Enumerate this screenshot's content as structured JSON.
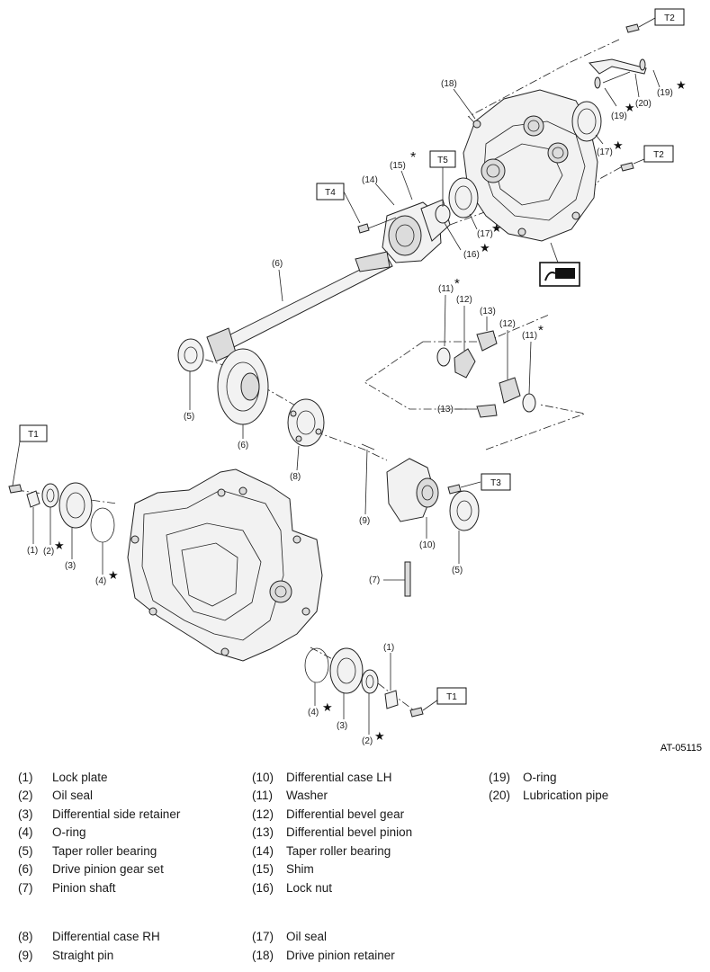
{
  "figure_code": "AT-05115",
  "callouts": [
    "(1)",
    "(2)",
    "(3)",
    "(4)",
    "(5)",
    "(6)",
    "(7)",
    "(8)",
    "(9)",
    "(10)",
    "(11)",
    "(12)",
    "(13)",
    "(14)",
    "(15)",
    "(16)",
    "(17)",
    "(18)",
    "(19)",
    "(20)"
  ],
  "torque_tags": {
    "t1": "T1",
    "t2": "T2",
    "t3": "T3",
    "t4": "T4",
    "t5": "T5"
  },
  "legend": [
    {
      "num": "(1)",
      "name": "Lock plate"
    },
    {
      "num": "(2)",
      "name": "Oil seal"
    },
    {
      "num": "(3)",
      "name": "Differential side retainer"
    },
    {
      "num": "(4)",
      "name": "O-ring"
    },
    {
      "num": "(5)",
      "name": "Taper roller bearing"
    },
    {
      "num": "(6)",
      "name": "Drive pinion gear set"
    },
    {
      "num": "(7)",
      "name": "Pinion shaft"
    },
    {
      "num": "(8)",
      "name": "Differential case RH"
    },
    {
      "num": "(9)",
      "name": "Straight pin"
    },
    {
      "num": "(10)",
      "name": "Differential case LH"
    },
    {
      "num": "(11)",
      "name": "Washer"
    },
    {
      "num": "(12)",
      "name": "Differential bevel gear"
    },
    {
      "num": "(13)",
      "name": "Differential bevel pinion"
    },
    {
      "num": "(14)",
      "name": "Taper roller bearing"
    },
    {
      "num": "(15)",
      "name": "Shim"
    },
    {
      "num": "(16)",
      "name": "Lock nut"
    },
    {
      "num": "(17)",
      "name": "Oil seal"
    },
    {
      "num": "(18)",
      "name": "Drive pinion retainer"
    },
    {
      "num": "(19)",
      "name": "O-ring"
    },
    {
      "num": "(20)",
      "name": "Lubrication pipe"
    }
  ],
  "symbols": {
    "replace_star": "★",
    "asterisk": "*",
    "sealant_icon": "sealant-icon"
  }
}
